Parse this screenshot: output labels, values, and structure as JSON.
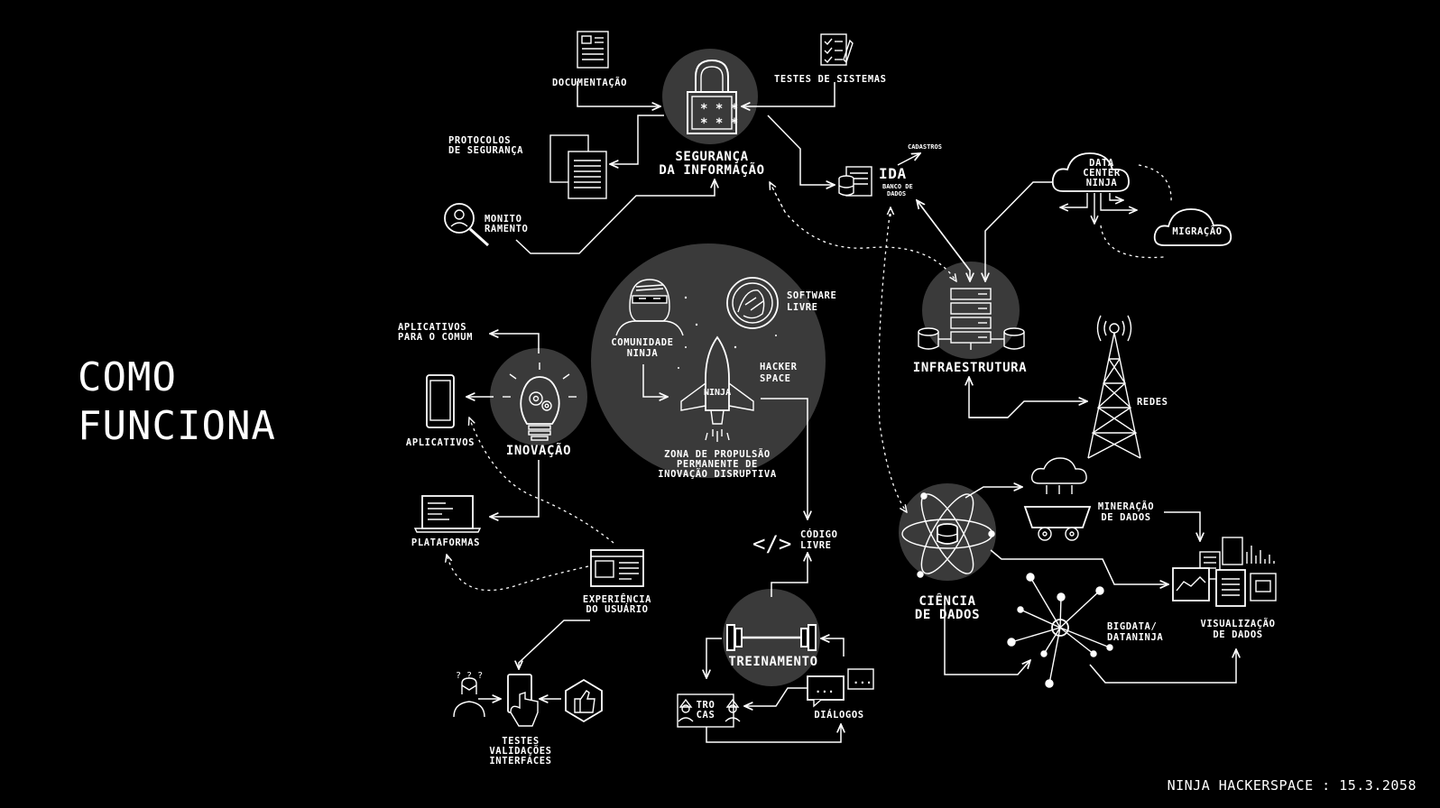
{
  "title": {
    "line1": "COMO",
    "line2": "FUNCIONA"
  },
  "footer": "NINJA HACKERSPACE : 15.3.2058",
  "hubs": {
    "seguranca": [
      "SEGURANÇA",
      "DA INFORMAÇÃO"
    ],
    "infraestrutura": "INFRAESTRUTURA",
    "inovacao": "INOVAÇÃO",
    "treinamento": "TREINAMENTO",
    "ciencia": [
      "CIÊNCIA",
      "DE DADOS"
    ]
  },
  "center": {
    "comunidade": [
      "COMUNIDADE",
      "NINJA"
    ],
    "software": [
      "SOFTWARE",
      "LIVRE"
    ],
    "hacker": [
      "HACKER",
      "SPACE"
    ],
    "zona": [
      "ZONA DE PROPULSÃO",
      "PERMANENTE DE",
      "INOVAÇÃO DISRUPTIVA"
    ]
  },
  "labels": {
    "documentacao": "DOCUMENTAÇÃO",
    "testes_sistemas": "TESTES DE SISTEMAS",
    "protocolos": [
      "PROTOCOLOS",
      "DE SEGURANÇA"
    ],
    "monitoramento": [
      "MONITO",
      "RAMENTO"
    ],
    "ida": "IDA",
    "cadastros": "CADASTROS",
    "banco": [
      "BANCO DE",
      "DADOS"
    ],
    "data_center": [
      "DATA",
      "CENTER",
      "NINJA"
    ],
    "migracao": "MIGRAÇÃO",
    "redes": "REDES",
    "aplicativos_comum": [
      "APLICATIVOS",
      "PARA O COMUM"
    ],
    "aplicativos": "APLICATIVOS",
    "plataformas": "PLATAFORMAS",
    "experiencia": [
      "EXPERIÊNCIA",
      "DO USUÁRIO"
    ],
    "testes_validacoes": [
      "TESTES",
      "VALIDAÇÕES",
      "INTERFACES"
    ],
    "codigo": [
      "CÓDIGO",
      "LIVRE"
    ],
    "trocas": [
      "TRO",
      "CAS"
    ],
    "dialogos": "DIÁLOGOS",
    "mineracao": [
      "MINERAÇÃO",
      "DE DADOS"
    ],
    "bigdata": [
      "BIGDATA/",
      "DATANINJA"
    ],
    "visualizacao": [
      "VISUALIZAÇÃO",
      "DE DADOS"
    ],
    "ninja_mark": "NINJA"
  }
}
